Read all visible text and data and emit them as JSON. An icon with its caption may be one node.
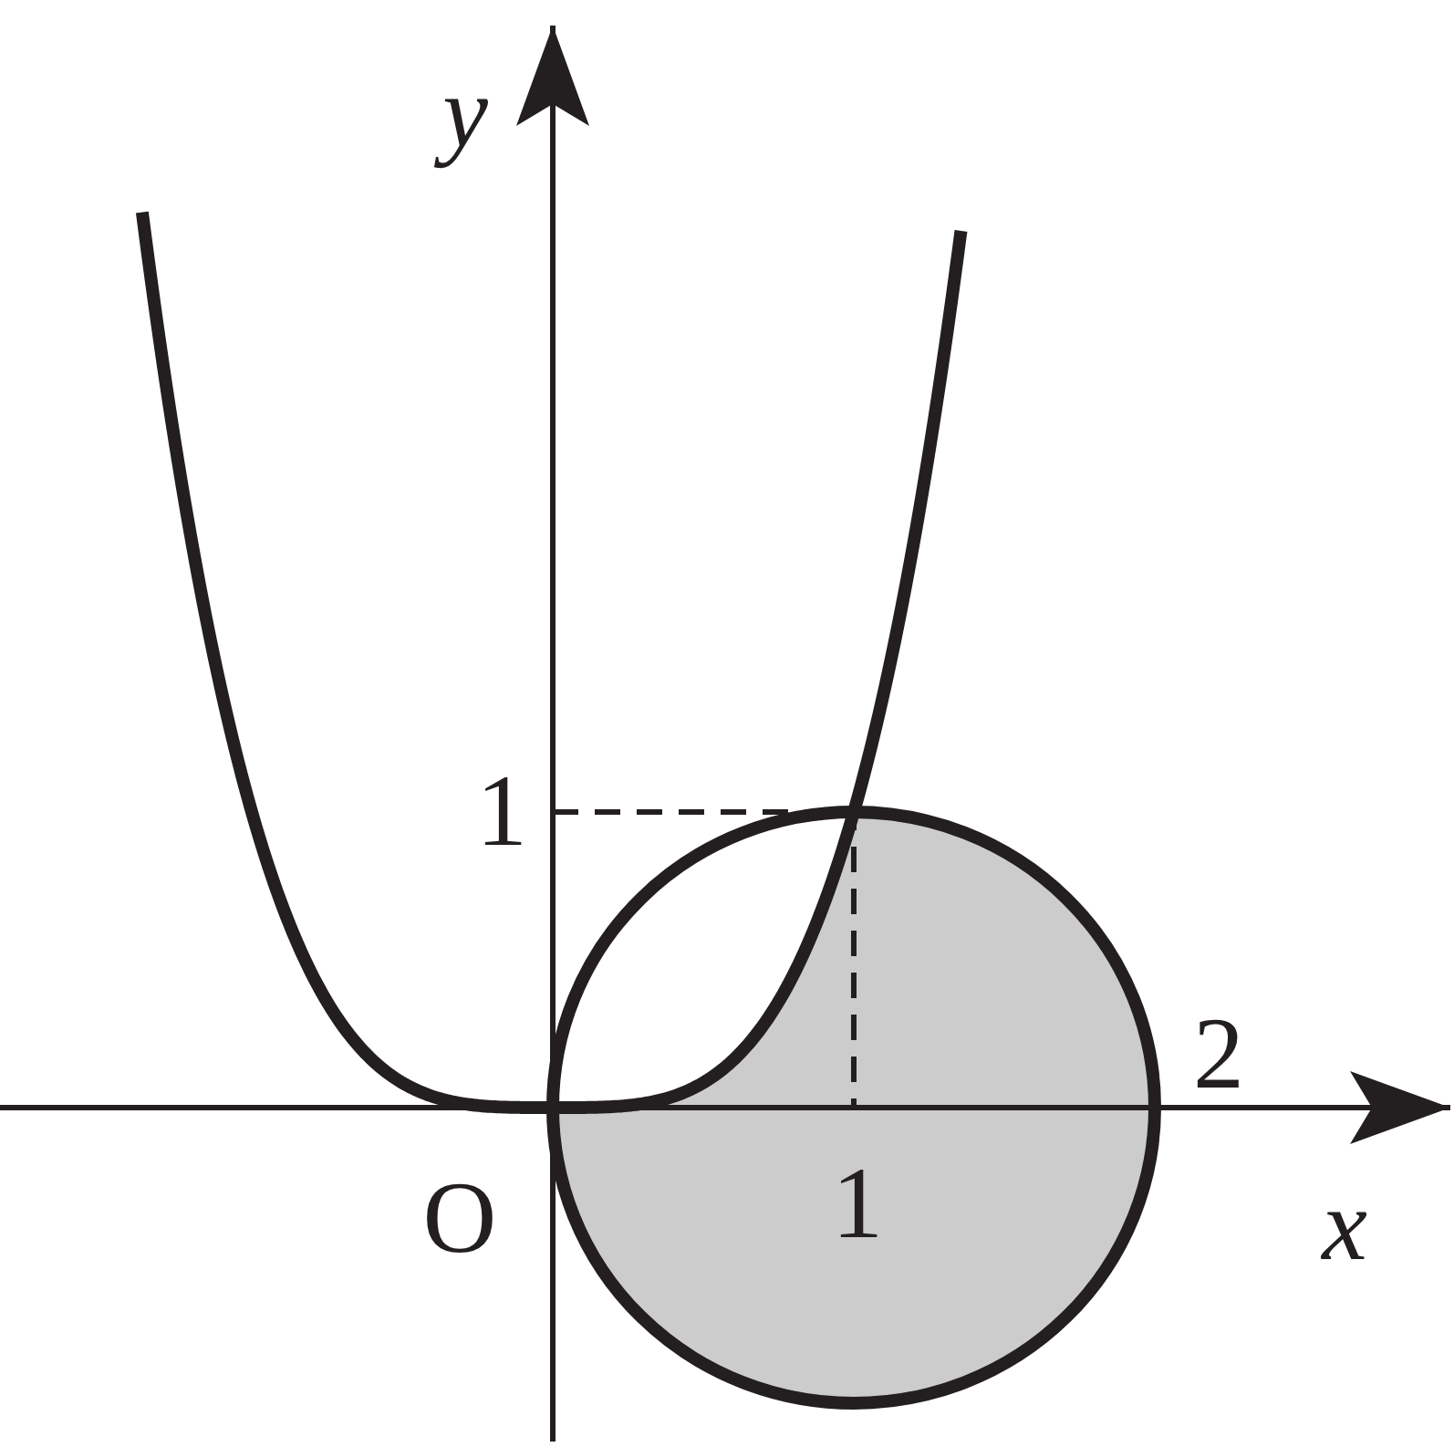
{
  "diagram": {
    "labels": [
      "y",
      "1",
      "2",
      "O",
      "1",
      "x"
    ]
  }
}
